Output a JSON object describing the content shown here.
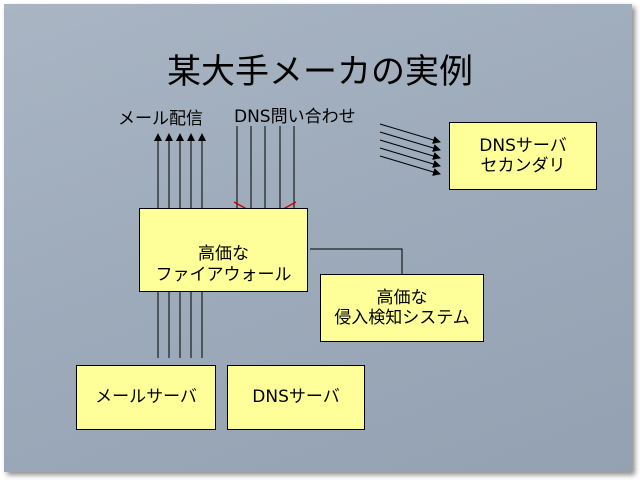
{
  "title": "某大手メーカの実例",
  "labels": {
    "mail_delivery": "メール配信",
    "dns_query": "DNS問い合わせ"
  },
  "boxes": {
    "dns_secondary": [
      "DNSサーバ",
      "セカンダリ"
    ],
    "firewall": [
      "高価な",
      "ファイアウォール"
    ],
    "ids": [
      "高価な",
      "侵入検知システム"
    ],
    "mail_server": [
      "メールサーバ"
    ],
    "dns_server": [
      "DNSサーバ"
    ]
  },
  "colors": {
    "box_fill": "#ffff99",
    "blocked_cross": "#cc0000"
  }
}
